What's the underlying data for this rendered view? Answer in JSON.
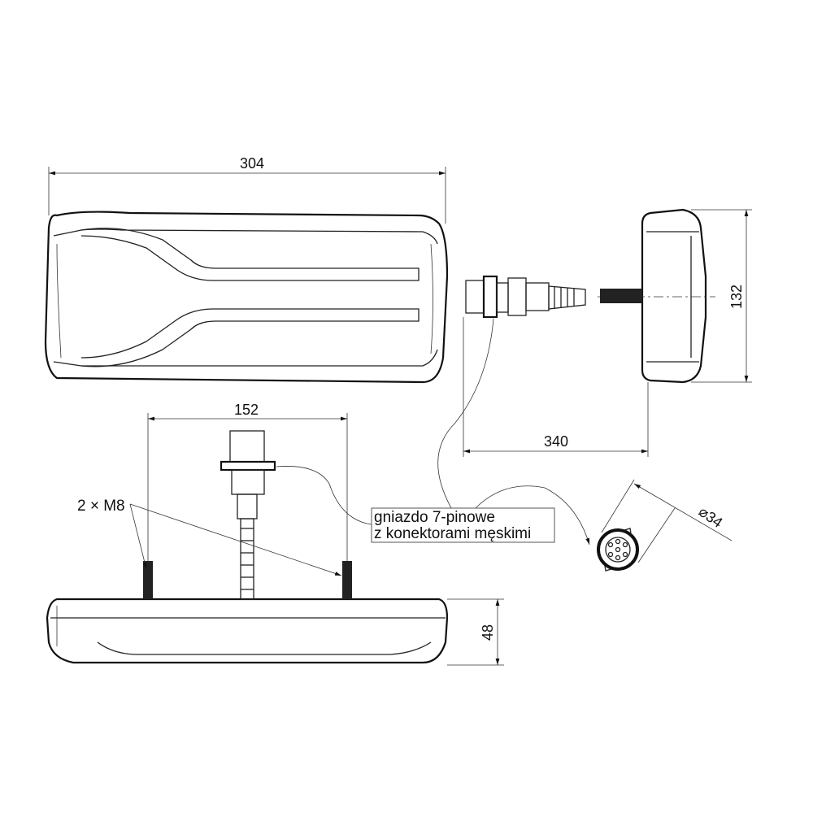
{
  "dimensions": {
    "width": "304",
    "height": "132",
    "cable_length": "340",
    "stud_spacing": "152",
    "depth": "48",
    "connector_diameter": "34",
    "diameter_symbol": "⌀"
  },
  "labels": {
    "studs": "2 × M8",
    "socket_line1": "gniazdo 7-pinowe",
    "socket_line2": "z konektorami męskimi"
  }
}
